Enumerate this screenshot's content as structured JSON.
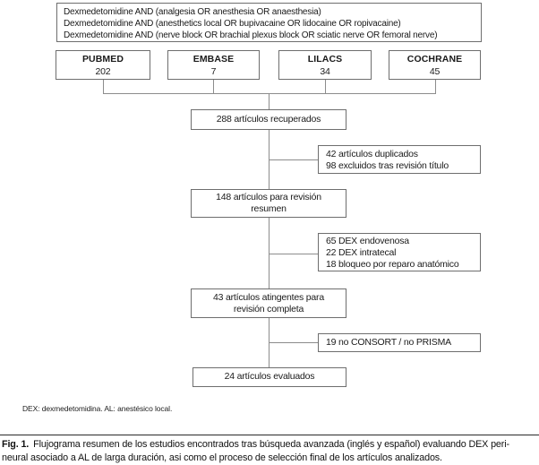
{
  "colors": {
    "box_border": "#6e6e6e",
    "connector_line": "#8c8c8c",
    "text": "#1a1a1a",
    "background": "#ffffff"
  },
  "search_strategy": {
    "lines": [
      "Dexmedetomidine AND (analgesia OR anesthesia OR anaesthesia)",
      "Dexmedetomidine AND (anesthetics local OR bupivacaine OR lidocaine OR ropivacaine)",
      "Dexmedetomidine AND (nerve block OR brachial plexus block OR sciatic nerve OR femoral nerve)"
    ]
  },
  "databases": [
    {
      "name": "PUBMED",
      "count": "202"
    },
    {
      "name": "EMBASE",
      "count": "7"
    },
    {
      "name": "LILACS",
      "count": "34"
    },
    {
      "name": "COCHRANE",
      "count": "45"
    }
  ],
  "flow_boxes": [
    {
      "lines": [
        "288 artículos recuperados"
      ]
    },
    {
      "lines": [
        "148 artículos para revisión",
        "resumen"
      ]
    },
    {
      "lines": [
        "43 artículos atingentes para",
        "revisión completa"
      ]
    },
    {
      "lines": [
        "24 artículos evaluados"
      ]
    }
  ],
  "exclusion_boxes": [
    {
      "lines": [
        "42 artículos duplicados",
        "98 excluidos tras revisión título"
      ]
    },
    {
      "lines": [
        "65 DEX endovenosa",
        "22 DEX intratecal",
        "18 bloqueo por reparo anatómico"
      ]
    },
    {
      "lines": [
        "19 no CONSORT / no PRISMA"
      ]
    }
  ],
  "footnote": "DEX: dexmedetomidina. AL: anestésico local.",
  "caption": {
    "label": "Fig. 1.",
    "line1": "Flujograma resumen de los estudios encontrados tras búsqueda avanzada (inglés y español) evaluando DEX peri-",
    "line2": "neural asociado a AL de larga duración, asi como el proceso de selección final de los artículos analizados."
  }
}
